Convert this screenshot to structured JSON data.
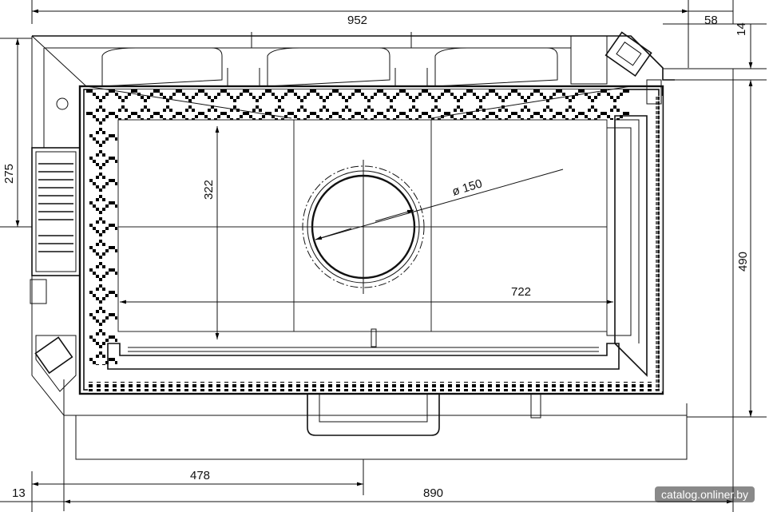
{
  "dimensions": {
    "overall_width": "952",
    "right_offset": "58",
    "top_offset": "14",
    "left_height": "275",
    "inner_height": "322",
    "total_depth": "490",
    "flue_diameter": "ø 150",
    "inner_width": "722",
    "left_offset": "13",
    "half_width": "478",
    "base_width": "890"
  },
  "watermark": "catalog.onliner.by"
}
